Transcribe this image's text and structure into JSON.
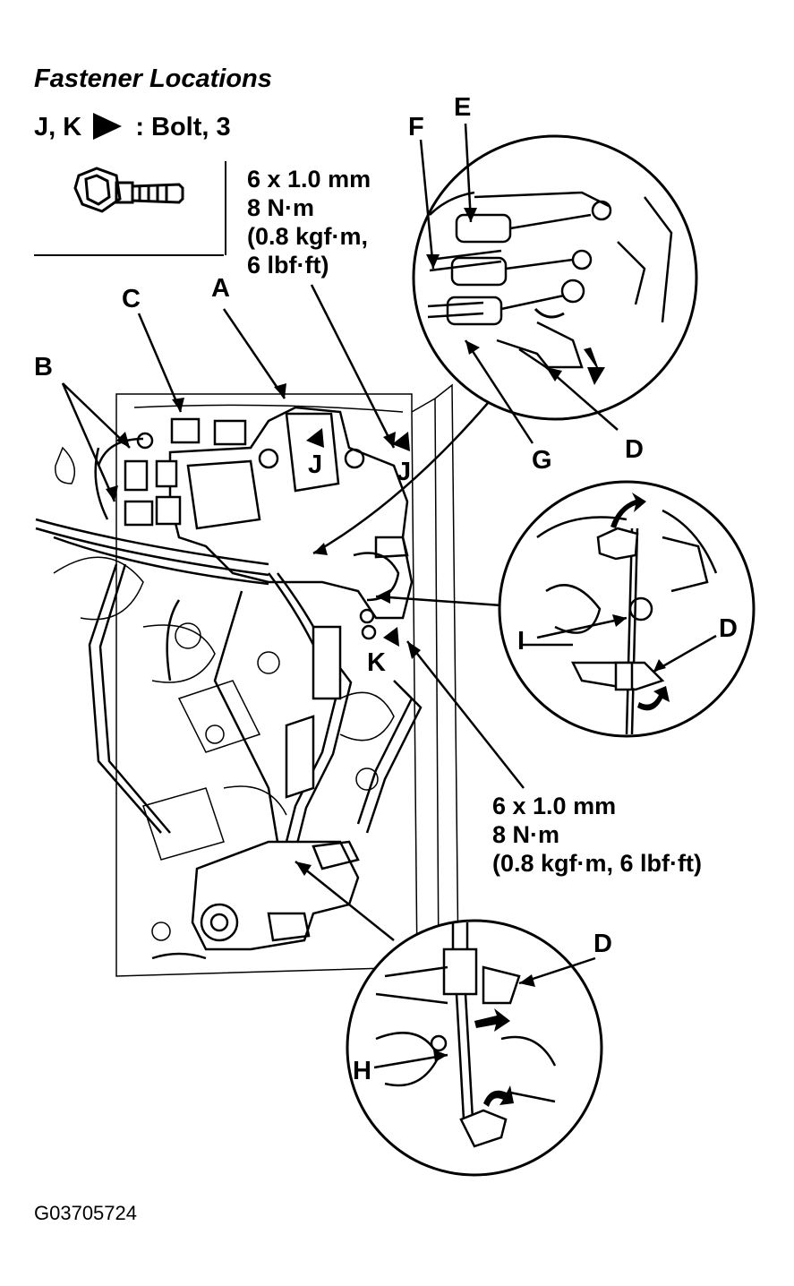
{
  "header": {
    "title": "Fastener Locations",
    "legend_prefix": "J, K",
    "legend_text": ": Bolt, 3"
  },
  "specs": {
    "top": {
      "line1": "6 x 1.0 mm",
      "line2": "8 N·m",
      "line3": "(0.8 kgf·m,",
      "line4": "6 lbf·ft)"
    },
    "bottom": {
      "line1": "6 x 1.0 mm",
      "line2": "8 N·m",
      "line3": "(0.8 kgf·m, 6 lbf·ft)"
    }
  },
  "callouts": {
    "A": "A",
    "B": "B",
    "C": "C",
    "D": "D",
    "E": "E",
    "F": "F",
    "G": "G",
    "H": "H",
    "I": "I",
    "J": "J",
    "K": "K"
  },
  "figure_code": "G03705724",
  "icons": [
    "bolt-icon",
    "triangle-pointer-icon"
  ]
}
